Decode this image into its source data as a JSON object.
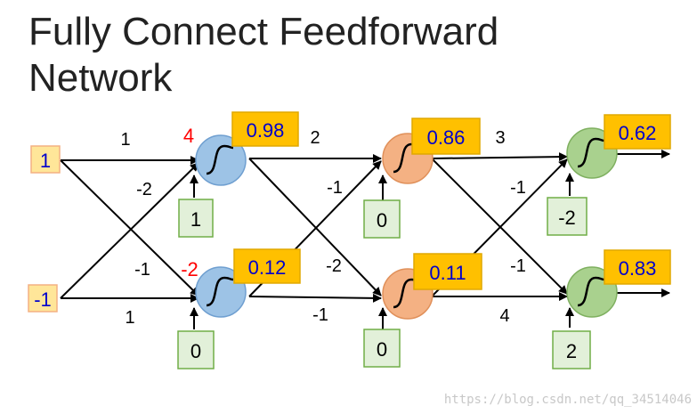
{
  "title_line1": "Fully Connect Feedforward",
  "title_line2": "Network",
  "inputs": [
    "1",
    "-1"
  ],
  "layer1": {
    "weights": {
      "in1_n1": "1",
      "in1_n2": "-2",
      "in2_n1": "-1",
      "in2_n2": "1"
    },
    "biases": [
      "1",
      "0"
    ],
    "z": [
      "4",
      "-2"
    ],
    "outputs": [
      "0.98",
      "0.12"
    ]
  },
  "layer2": {
    "weights": {
      "n1_m1": "2",
      "n1_m2": "-2",
      "n2_m1": "-1",
      "n2_m2": "-1"
    },
    "biases": [
      "0",
      "0"
    ],
    "outputs": [
      "0.86",
      "0.11"
    ]
  },
  "layer3": {
    "weights": {
      "m1_o1": "3",
      "m1_o2": "-1",
      "m2_o1": "-1",
      "m2_o2": "4"
    },
    "biases": [
      "-2",
      "2"
    ],
    "outputs": [
      "0.62",
      "0.83"
    ]
  },
  "watermark": "https://blog.csdn.net/qq_34514046",
  "colors": {
    "layer1_node": "#9dc3e6",
    "layer2_node": "#f4b183",
    "layer3_node": "#a9d18e",
    "output_box": "#ffc000",
    "input_box": "#ffe699",
    "bias_box": "#e2f0d9",
    "blue_text": "#0000cc",
    "red_text": "#ff0000"
  }
}
